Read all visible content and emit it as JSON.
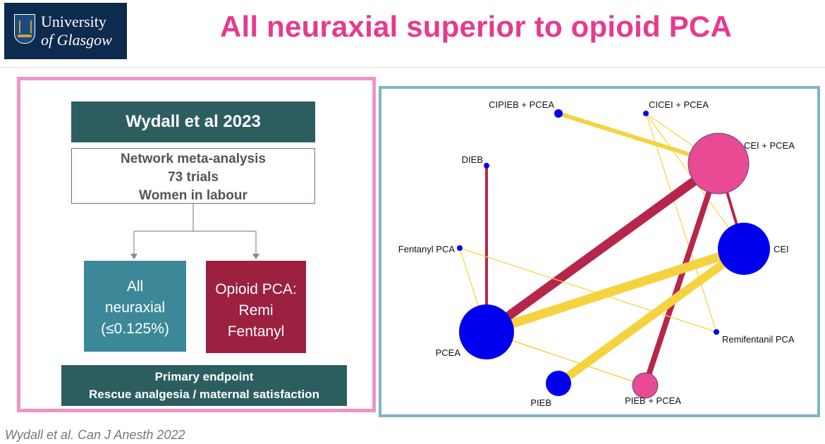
{
  "header": {
    "logo_line1": "University",
    "logo_line2": "of Glasgow",
    "title": "All neuraxial superior to opioid PCA"
  },
  "left_panel": {
    "study_title": "Wydall et al 2023",
    "design_lines": [
      "Network meta-analysis",
      "73 trials",
      "Women in labour"
    ],
    "neuraxial_lines": [
      "All",
      "neuraxial",
      "(≤0.125%)"
    ],
    "opioid_lines": [
      "Opioid PCA:",
      "Remi",
      "Fentanyl"
    ],
    "endpoint_lines": [
      "Primary endpoint",
      "Rescue analgesia / maternal satisfaction"
    ]
  },
  "network": {
    "colors": {
      "pink_node": "#e84a93",
      "blue_node": "#0000ee",
      "red_edge": "#b8254a",
      "yellow_edge": "#f5d33f"
    },
    "nodes": [
      {
        "id": "cipieb_pcea",
        "label": "CIPIEB + PCEA",
        "color": "blue"
      },
      {
        "id": "cicei_pcea",
        "label": "CICEI + PCEA",
        "color": "blue"
      },
      {
        "id": "cei_pcea",
        "label": "CEI + PCEA",
        "color": "pink"
      },
      {
        "id": "dieb",
        "label": "DIEB",
        "color": "blue"
      },
      {
        "id": "cei",
        "label": "CEI",
        "color": "blue"
      },
      {
        "id": "fentanyl_pca",
        "label": "Fentanyl PCA",
        "color": "blue"
      },
      {
        "id": "pcea",
        "label": "PCEA",
        "color": "blue"
      },
      {
        "id": "remifentanil_pca",
        "label": "Remifentanil PCA",
        "color": "blue"
      },
      {
        "id": "pieb",
        "label": "PIEB",
        "color": "blue"
      },
      {
        "id": "pieb_pcea",
        "label": "PIEB + PCEA",
        "color": "pink"
      }
    ],
    "edges": [
      {
        "from": "cipieb_pcea",
        "to": "cei_pcea",
        "color": "yellow"
      },
      {
        "from": "cicei_pcea",
        "to": "cei_pcea",
        "color": "yellow"
      },
      {
        "from": "cicei_pcea",
        "to": "cei",
        "color": "yellow"
      },
      {
        "from": "cicei_pcea",
        "to": "remifentanil_pca",
        "color": "yellow"
      },
      {
        "from": "dieb",
        "to": "pcea",
        "color": "red"
      },
      {
        "from": "cei_pcea",
        "to": "pcea",
        "color": "red"
      },
      {
        "from": "cei_pcea",
        "to": "pieb_pcea",
        "color": "red"
      },
      {
        "from": "cei_pcea",
        "to": "cei",
        "color": "red"
      },
      {
        "from": "cei",
        "to": "pcea",
        "color": "yellow"
      },
      {
        "from": "cei",
        "to": "pieb",
        "color": "yellow"
      },
      {
        "from": "fentanyl_pca",
        "to": "pcea",
        "color": "yellow"
      },
      {
        "from": "fentanyl_pca",
        "to": "remifentanil_pca",
        "color": "yellow"
      },
      {
        "from": "pcea",
        "to": "pieb_pcea",
        "color": "yellow"
      }
    ]
  },
  "footnote": "Wydall et al. Can J Anesth 2022"
}
